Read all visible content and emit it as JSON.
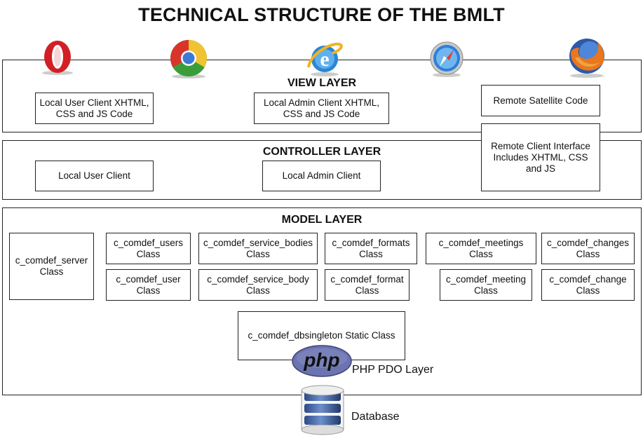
{
  "title": "TECHNICAL STRUCTURE OF THE BMLT",
  "layers": {
    "view": "VIEW LAYER",
    "controller": "CONTROLLER LAYER",
    "model": "MODEL LAYER"
  },
  "view_boxes": {
    "local_user_client_code": "Local User Client XHTML, CSS and JS Code",
    "local_admin_client_code": "Local Admin Client XHTML, CSS and JS Code",
    "remote_satellite_code": "Remote Satellite Code"
  },
  "controller_boxes": {
    "local_user_client": "Local User Client",
    "local_admin_client": "Local Admin Client",
    "remote_client_interface": "Remote Client Interface Includes XHTML, CSS and JS"
  },
  "model_boxes": {
    "server": "c_comdef_server Class",
    "users": "c_comdef_users Class",
    "user": "c_comdef_user Class",
    "service_bodies": "c_comdef_service_bodies Class",
    "service_body": "c_comdef_service_body Class",
    "formats": "c_comdef_formats Class",
    "format": "c_comdef_format Class",
    "meetings": "c_comdef_meetings Class",
    "meeting": "c_comdef_meeting Class",
    "changes": "c_comdef_changes Class",
    "change": "c_comdef_change Class",
    "dbsingleton": "c_comdef_dbsingleton Static Class"
  },
  "php_logo_text": "php",
  "php_pdo_label": "PHP PDO Layer",
  "database_label": "Database",
  "browser_icons": [
    "opera-icon",
    "chrome-icon",
    "internet-explorer-icon",
    "safari-icon",
    "firefox-icon"
  ],
  "colors": {
    "php_logo": "#6b74b0",
    "database": "#3a5a9a"
  }
}
